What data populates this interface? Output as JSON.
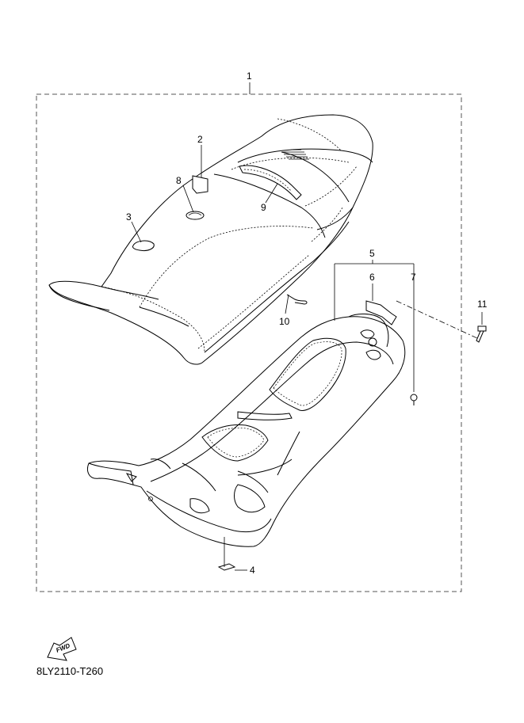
{
  "callouts": {
    "c1": "1",
    "c2": "2",
    "c3": "3",
    "c4": "4",
    "c5": "5",
    "c6": "6",
    "c7": "7",
    "c8": "8",
    "c9": "9",
    "c10": "10",
    "c11": "11"
  },
  "fwd_label": "FWD",
  "diagram_code": "8LY2110-T260"
}
